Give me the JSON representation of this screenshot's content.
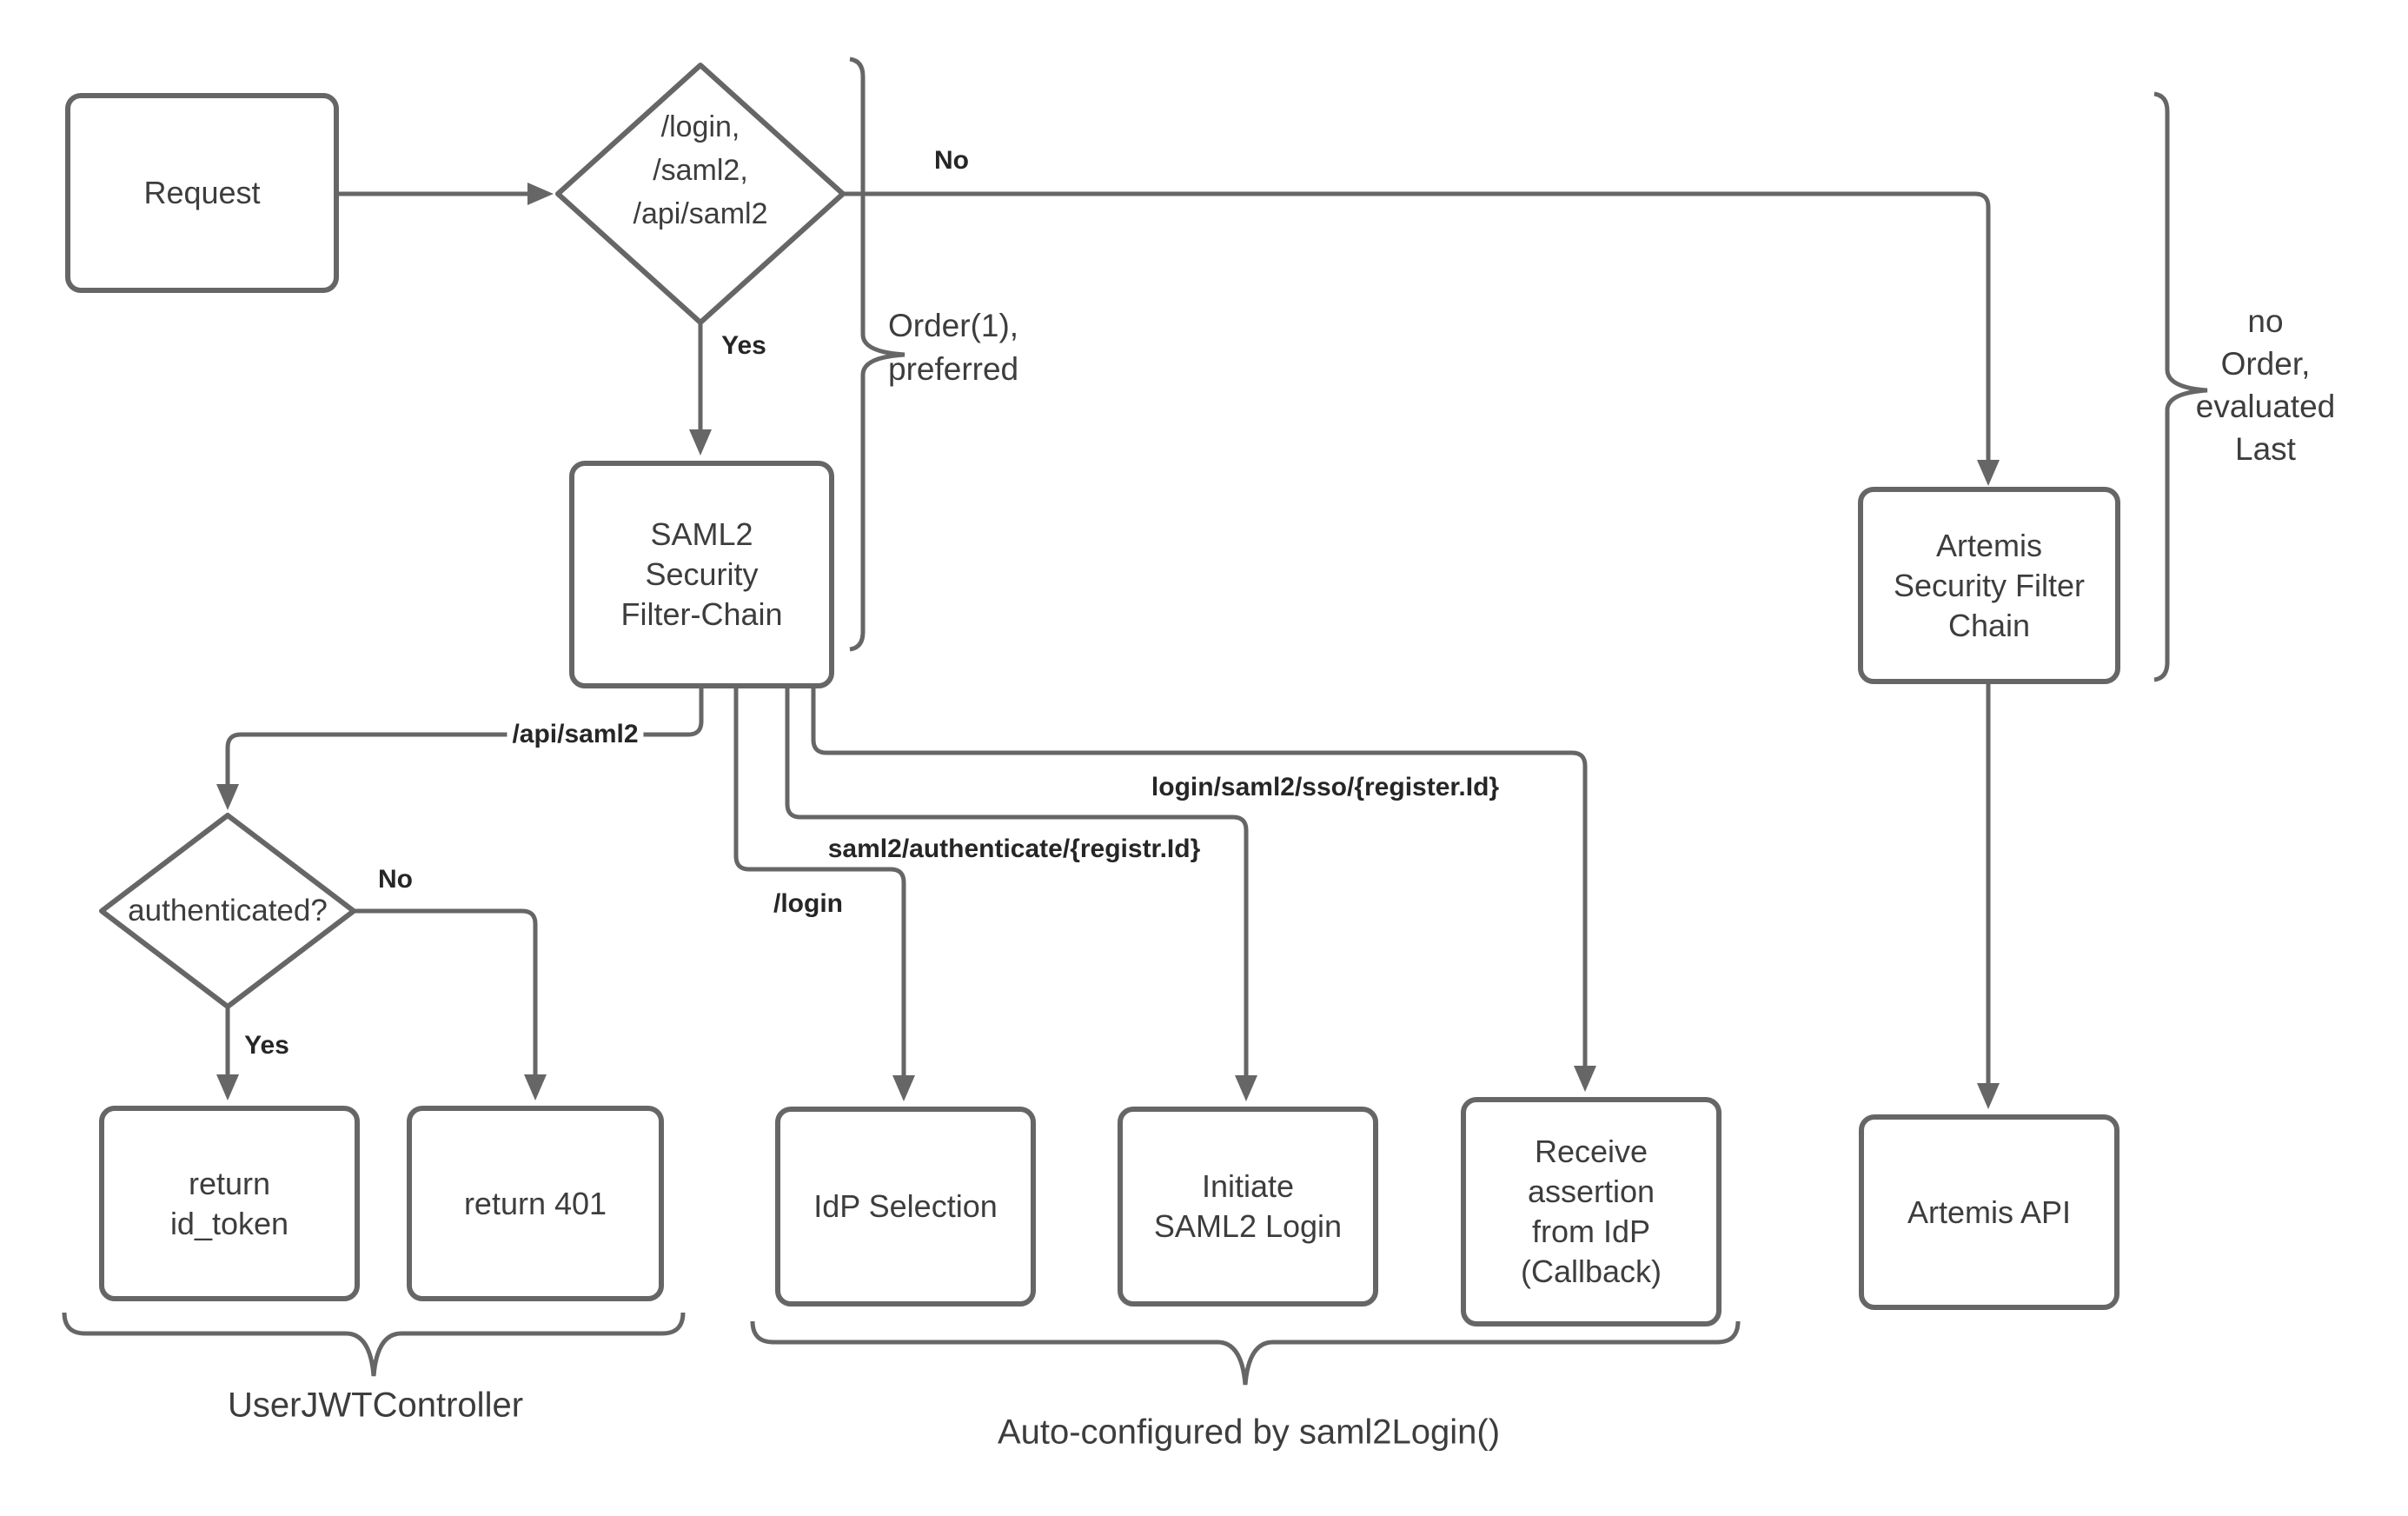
{
  "diagram": {
    "nodes": {
      "request": {
        "label": "Request"
      },
      "route_decision": {
        "lines": [
          "/login,",
          "/saml2,",
          "/api/saml2"
        ]
      },
      "saml2_filter_chain": {
        "lines": [
          "SAML2",
          "Security",
          "Filter-Chain"
        ]
      },
      "artemis_filter_chain": {
        "lines": [
          "Artemis",
          "Security Filter",
          "Chain"
        ]
      },
      "authenticated_decision": {
        "label": "authenticated?"
      },
      "return_id_token": {
        "lines": [
          "return",
          "id_token"
        ]
      },
      "return_401": {
        "label": "return 401"
      },
      "idp_selection": {
        "label": "IdP Selection"
      },
      "initiate_saml2_login": {
        "lines": [
          "Initiate",
          "SAML2 Login"
        ]
      },
      "receive_assertion": {
        "lines": [
          "Receive",
          "assertion",
          "from IdP",
          "(Callback)"
        ]
      },
      "artemis_api": {
        "label": "Artemis API"
      }
    },
    "edge_labels": {
      "no_top": "No",
      "yes_top": "Yes",
      "api_saml2": "/api/saml2",
      "no_auth": "No",
      "yes_auth": "Yes",
      "login": "/login",
      "saml2_authenticate": "saml2/authenticate/{registr.Id}",
      "login_saml2_sso": "login/saml2/sso/{register.Id}"
    },
    "annotations": {
      "order_preferred": {
        "lines": [
          "Order(1),",
          "preferred"
        ]
      },
      "no_order": {
        "lines": [
          "no",
          "Order,",
          "evaluated",
          "Last"
        ]
      },
      "userjwt_controller": "UserJWTController",
      "auto_configured": "Auto-configured by saml2Login()"
    },
    "colors": {
      "stroke": "#666666",
      "text": "#3d3d3d",
      "bold_label": "#262626",
      "background": "#ffffff"
    }
  }
}
